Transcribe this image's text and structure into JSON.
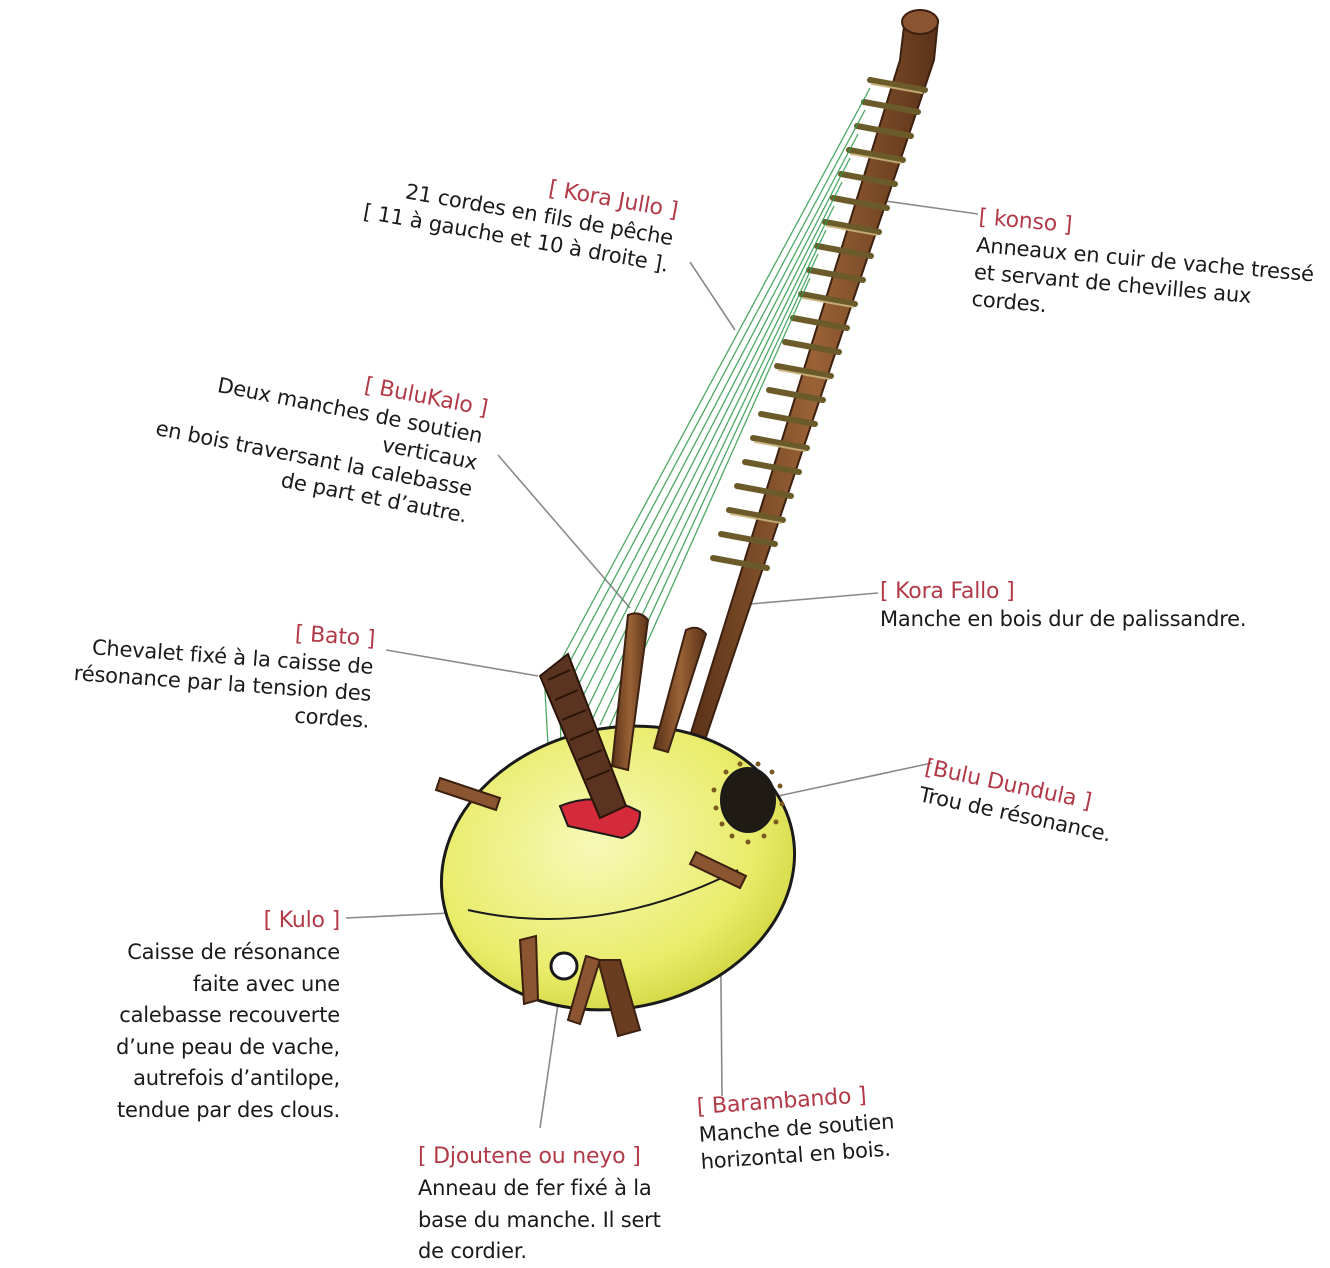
{
  "labels": {
    "kora_jullo": {
      "term": "[ Kora Jullo ]",
      "desc": "21 cordes en fils de pêche\n[ 11 à gauche et 10 à droite ]."
    },
    "konso": {
      "term": "[ konso ]",
      "desc": "Anneaux en cuir de vache tressé\net servant de chevilles aux cordes."
    },
    "bulukalo": {
      "term": "[ BuluKalo ]",
      "desc": "Deux manches de soutien verticaux\nen bois traversant la calebasse\nde part et d’autre."
    },
    "kora_fallo": {
      "term": "[ Kora Fallo ]",
      "desc": "Manche en bois dur de palissandre."
    },
    "bato": {
      "term": "[ Bato ]",
      "desc": "Chevalet fixé à la caisse de\nrésonance par la tension des cordes."
    },
    "bulu_dundula": {
      "term": "[Bulu Dundula ]",
      "desc": "Trou de résonance."
    },
    "kulo": {
      "term": "[ Kulo ]",
      "desc": "Caisse de résonance\nfaite avec une\ncalebasse recouverte\nd’une peau de vache,\nautrefois d’antilope,\ntendue par des clous."
    },
    "djoutene": {
      "term": "[ Djoutene ou neyo ]",
      "desc": "Anneau de fer fixé à la\nbase du manche. Il sert\nde cordier."
    },
    "barambando": {
      "term": "[ Barambando ]",
      "desc": "Manche de soutien\nhorizontal en bois."
    }
  },
  "colors": {
    "term": "#b23a48",
    "text": "#1a1a1a",
    "calabash": "#eef08a",
    "calabash_shade": "#d7dc52",
    "wood": "#7b4a2a",
    "ring": "#a89060",
    "string": "#2f9a4a",
    "bridge_base": "#d42a3a",
    "leader": "#888888"
  }
}
